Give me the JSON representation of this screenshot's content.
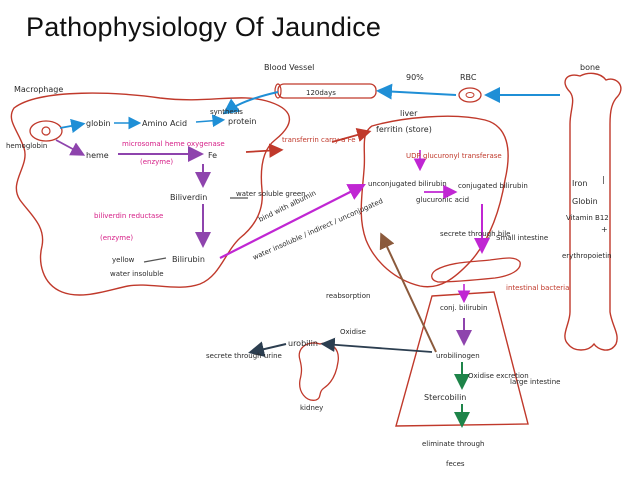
{
  "title": "Pathophysiology Of Jaundice",
  "labels": {
    "blood_vessel": "Blood Vessel",
    "life_120": "120days",
    "pct_90": "90%",
    "rbc": "RBC",
    "bone": "bone",
    "macrophage": "Macrophage",
    "hemoglobin": "hemoglobin",
    "globin": "globin",
    "amino_acid": "Amino Acid",
    "synthesis": "synthesis",
    "protein": "protein",
    "heme": "heme",
    "microsomal_enzyme": "microsomal heme oxygenase",
    "enzyme_1": "(enzyme)",
    "fe": "Fe",
    "transferrin": "transferrin carry a Fe",
    "liver": "liver",
    "ferritin": "ferritin (store)",
    "biliverdin": "Biliverdin",
    "water_soluble": "water soluble green",
    "biliverdin_reductase": "biliverdin reductase",
    "enzyme_2": "(enzyme)",
    "yellow": "yellow",
    "water_insoluble": "water insoluble",
    "bilirubin_1": "Bilirubin",
    "bind_albumin": "bind with albumin",
    "water_insoluble_2": "water insoluble / indirect / unconjugated",
    "udp": "UDP glucuronyl transferase",
    "unconjugated": "unconjugated bilirubin",
    "glucuronic": "glucuronic acid",
    "conjugated": "conjugated bilirubin",
    "iron": "Iron",
    "globin_2": "Globin",
    "vitamin_b12": "Vitamin B12",
    "erythropoietin": "erythropoietin",
    "secrete_bile": "secrete through bile",
    "small_intestine": "Small intestine",
    "intestinal_bacteria": "intestinal bacteria",
    "reabsorption": "reabsorption",
    "conj_bilirubin": "conj. bilirubin",
    "oxidise": "Oxidise",
    "urobilin": "urobilin",
    "urobilinogen": "urobilinogen",
    "secrete_urine": "secrete through urine",
    "kidney": "kidney",
    "oxidised_excretion": "Oxidise excretion",
    "large_intestine": "large intestine",
    "stercobilin": "Stercobilin",
    "eliminate": "eliminate through",
    "feces": "feces"
  },
  "colors": {
    "red_outline": "#c0392b",
    "arrow_blue": "#1f8fd6",
    "arrow_purple": "#8e44ad",
    "arrow_magenta": "#c026d3",
    "arrow_brown": "#8b5a3c",
    "arrow_green": "#1e8449",
    "arrow_dark": "#2c3e50",
    "text_red": "#c0392b",
    "text_pink": "#d61f87"
  }
}
